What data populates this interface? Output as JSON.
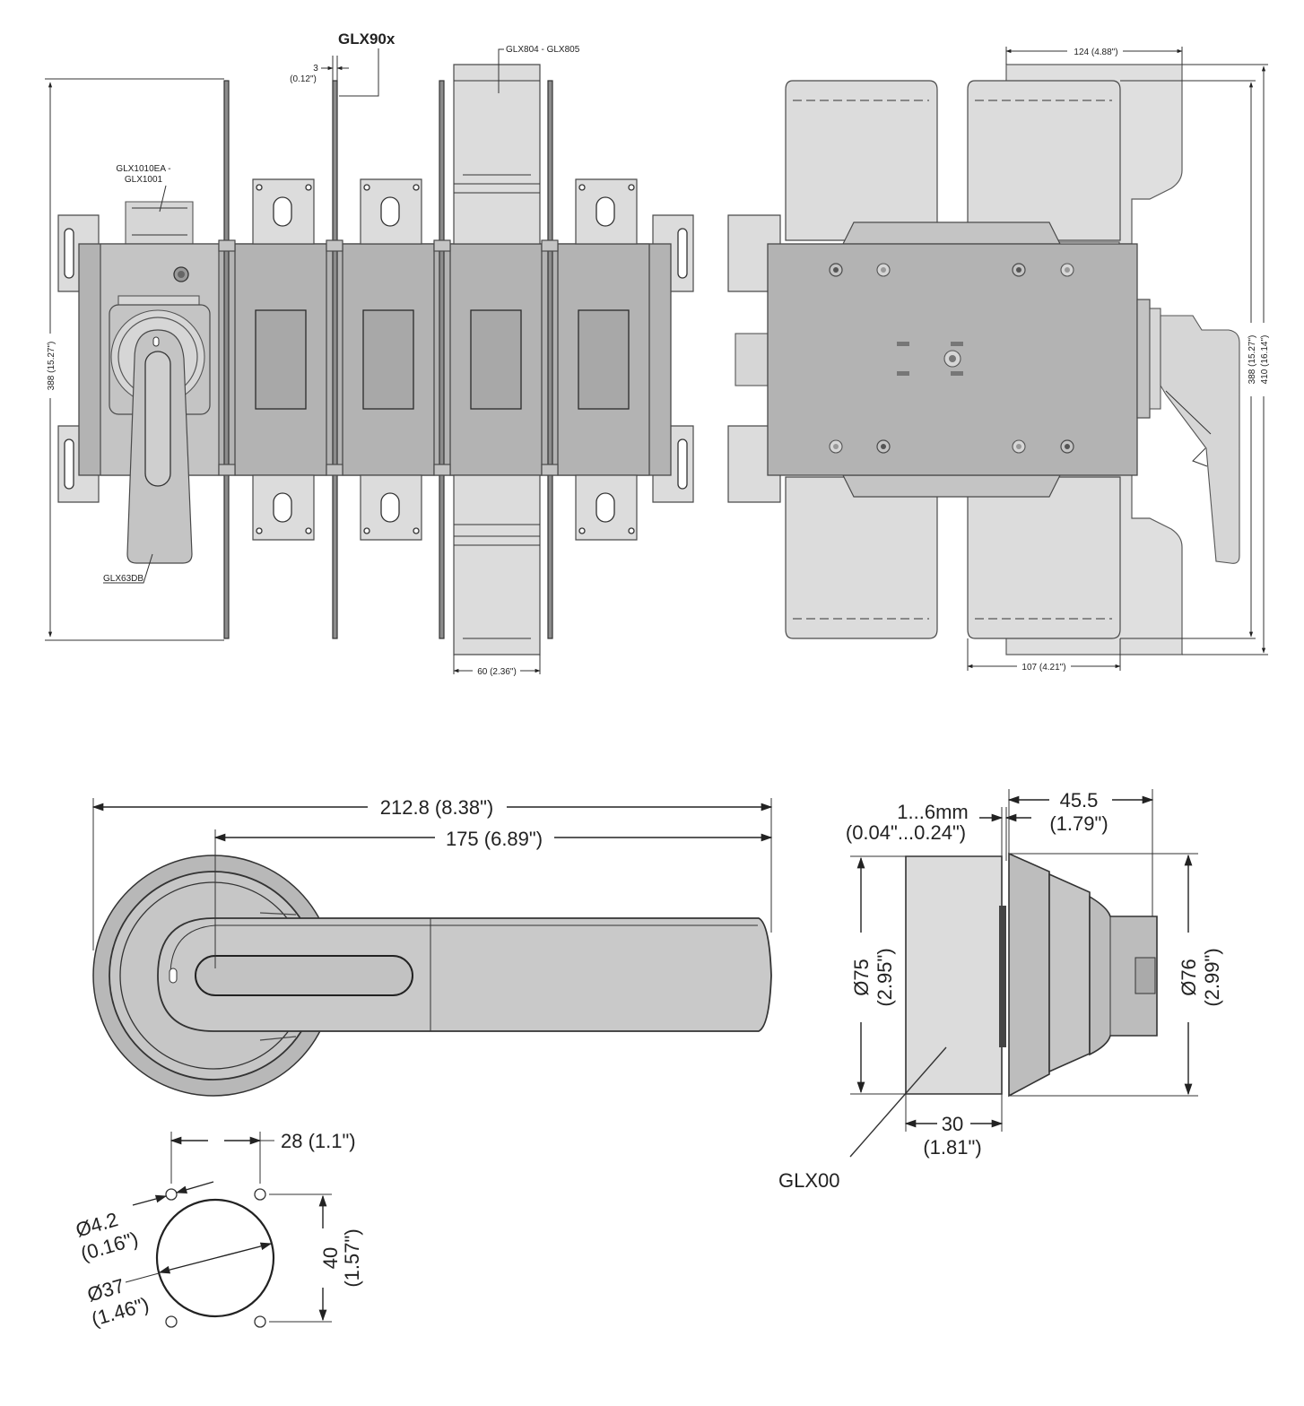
{
  "labels": {
    "glx90x": "GLX90x",
    "dim_3": "3",
    "dim_3_in": "(0.12\")",
    "glx804_805": "GLX804 - GLX805",
    "glx1010ea": "GLX1010EA -",
    "glx1001": "GLX1001",
    "dim_388_left": "388 (15.27\")",
    "glx63db": "GLX63DB",
    "dim_60": "60 (2.36\")",
    "dim_124": "124 (4.88\")",
    "dim_388_right": "388 (15.27\")",
    "dim_410": "410 (16.14\")",
    "dim_107": "107 (4.21\")",
    "dim_212_8": "212.8 (8.38\")",
    "dim_175": "175 (6.89\")",
    "dim_1_6mm": "1...6mm",
    "dim_1_6mm_in": "(0.04\"...0.24\")",
    "dim_45_5": "45.5",
    "dim_45_5_in": "(1.79\")",
    "dim_d75": "Ø75",
    "dim_d75_in": "(2.95\")",
    "dim_d76": "Ø76",
    "dim_d76_in": "(2.99\")",
    "dim_30": "30",
    "dim_30_in": "(1.81\")",
    "glx00": "GLX00",
    "dim_28": "28 (1.1\")",
    "dim_d4_2": "Ø4.2",
    "dim_d4_2_in": "(0.16\")",
    "dim_d37": "Ø37",
    "dim_d37_in": "(1.46\")",
    "dim_40": "40",
    "dim_40_in": "(1.57\")"
  }
}
